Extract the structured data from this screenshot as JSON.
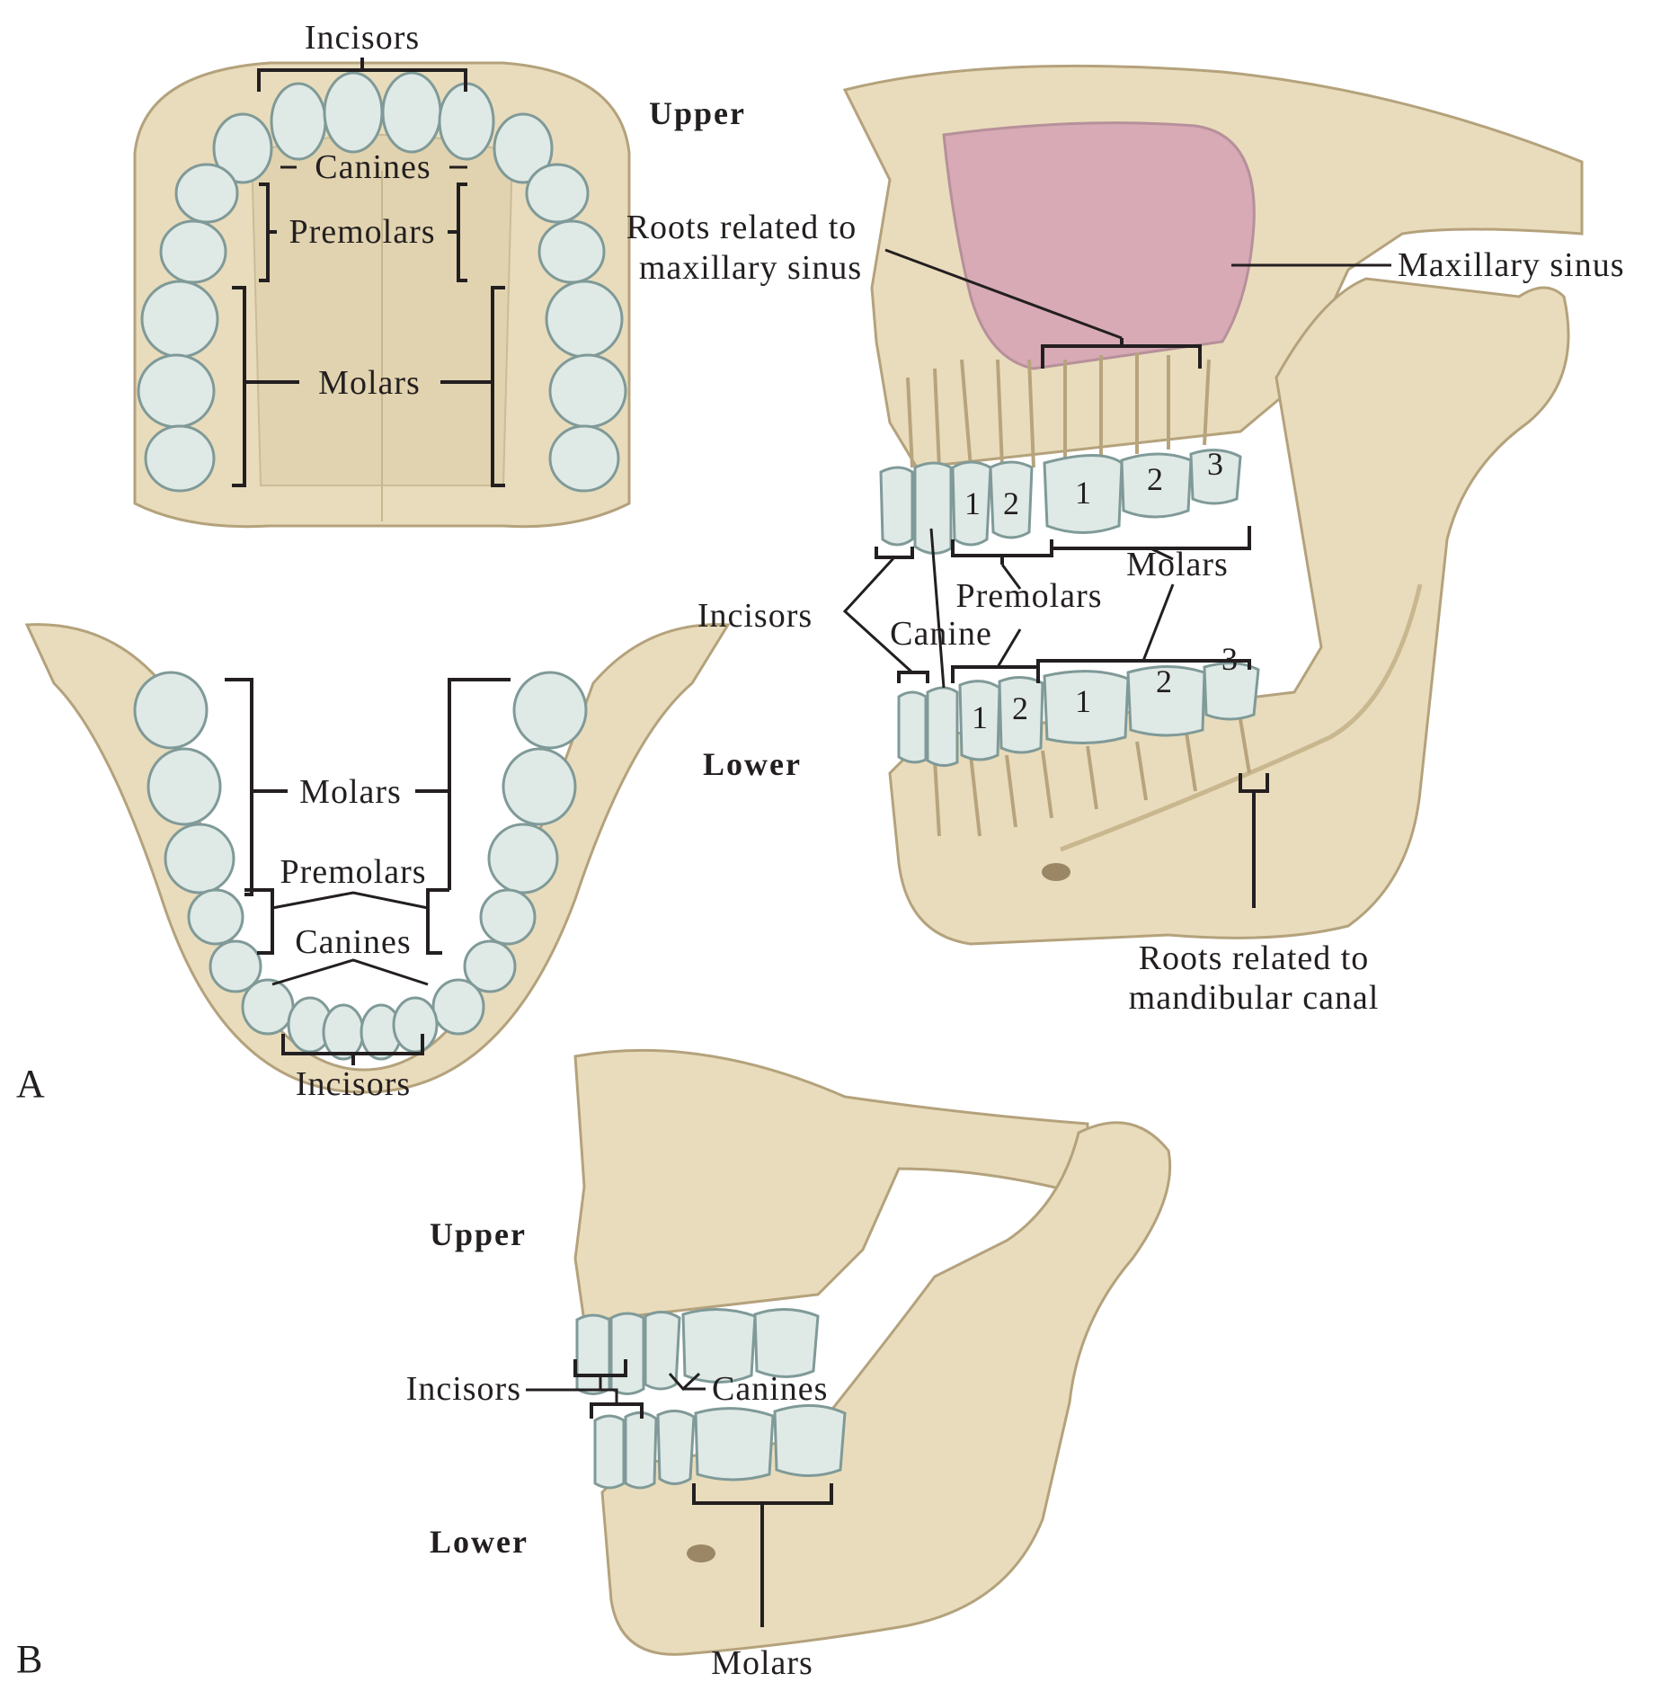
{
  "panels": {
    "a": "A",
    "b": "B"
  },
  "upper_arch": {
    "incisors": "Incisors",
    "canines": "Canines",
    "premolars": "Premolars",
    "molars": "Molars"
  },
  "lower_arch": {
    "molars": "Molars",
    "premolars": "Premolars",
    "canines": "Canines",
    "incisors": "Incisors"
  },
  "lateral_view": {
    "upper": "Upper",
    "lower": "Lower",
    "roots_maxillary_line1": "Roots related to",
    "roots_maxillary_line2": "maxillary sinus",
    "maxillary_sinus": "Maxillary sinus",
    "molars": "Molars",
    "premolars": "Premolars",
    "incisors": "Incisors",
    "canine": "Canine",
    "roots_mandibular_line1": "Roots related to",
    "roots_mandibular_line2": "mandibular canal",
    "tooth_numbers": {
      "upper_premolar_1": "1",
      "upper_premolar_2": "2",
      "upper_molar_1": "1",
      "upper_molar_2": "2",
      "upper_molar_3": "3",
      "lower_premolar_1": "1",
      "lower_premolar_2": "2",
      "lower_molar_1": "1",
      "lower_molar_2": "2",
      "lower_molar_3": "3"
    }
  },
  "child_view": {
    "upper": "Upper",
    "lower": "Lower",
    "incisors": "Incisors",
    "canines": "Canines",
    "molars": "Molars"
  }
}
